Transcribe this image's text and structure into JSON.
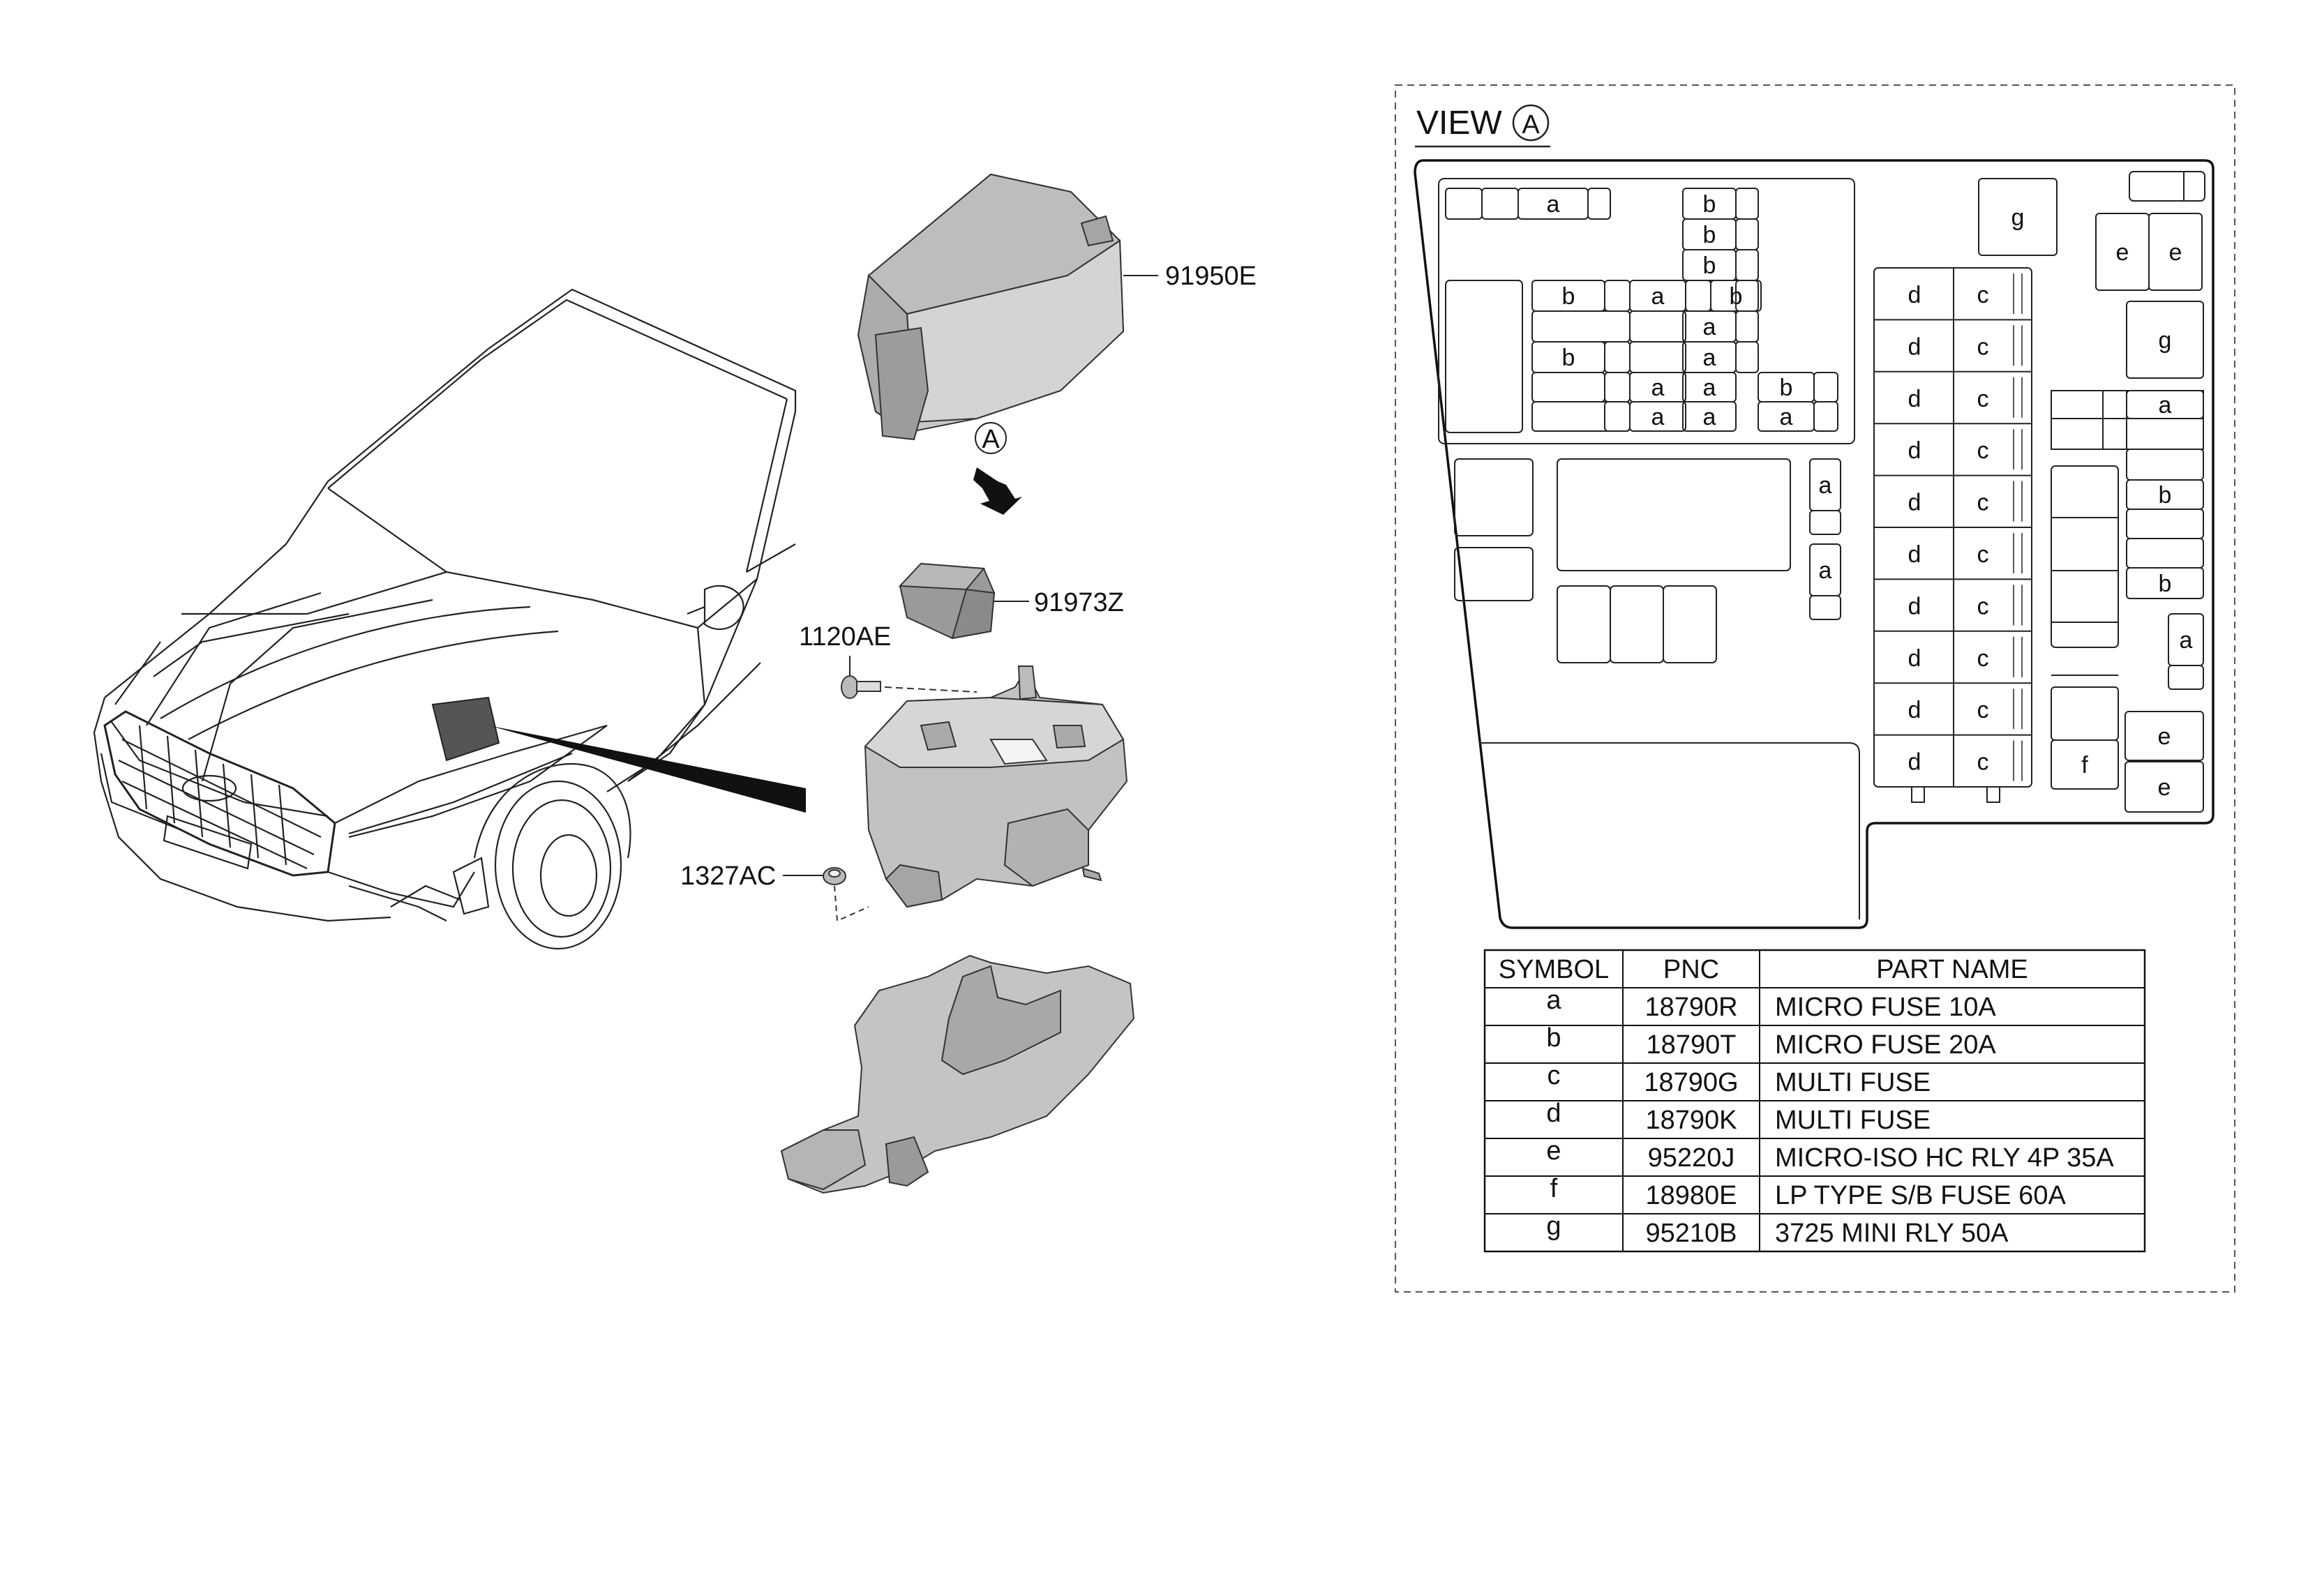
{
  "callouts": {
    "p91950E": "91950E",
    "p91973Z": "91973Z",
    "p1120AE": "1120AE",
    "p1327AC": "1327AC",
    "view_marker": "A"
  },
  "view": {
    "title": "VIEW",
    "marker": "A"
  },
  "fuse_letters": {
    "a": "a",
    "b": "b",
    "c": "c",
    "d": "d",
    "e": "e",
    "f": "f",
    "g": "g"
  },
  "table": {
    "headers": [
      "SYMBOL",
      "PNC",
      "PART NAME"
    ],
    "rows": [
      [
        "a",
        "18790R",
        "MICRO FUSE 10A"
      ],
      [
        "b",
        "18790T",
        "MICRO FUSE 20A"
      ],
      [
        "c",
        "18790G",
        "MULTI FUSE"
      ],
      [
        "d",
        "18790K",
        "MULTI FUSE"
      ],
      [
        "e",
        "95220J",
        "MICRO-ISO HC RLY 4P 35A"
      ],
      [
        "f",
        "18980E",
        "LP  TYPE S/B FUSE 60A"
      ],
      [
        "g",
        "95210B",
        "3725 MINI RLY 50A"
      ]
    ]
  }
}
